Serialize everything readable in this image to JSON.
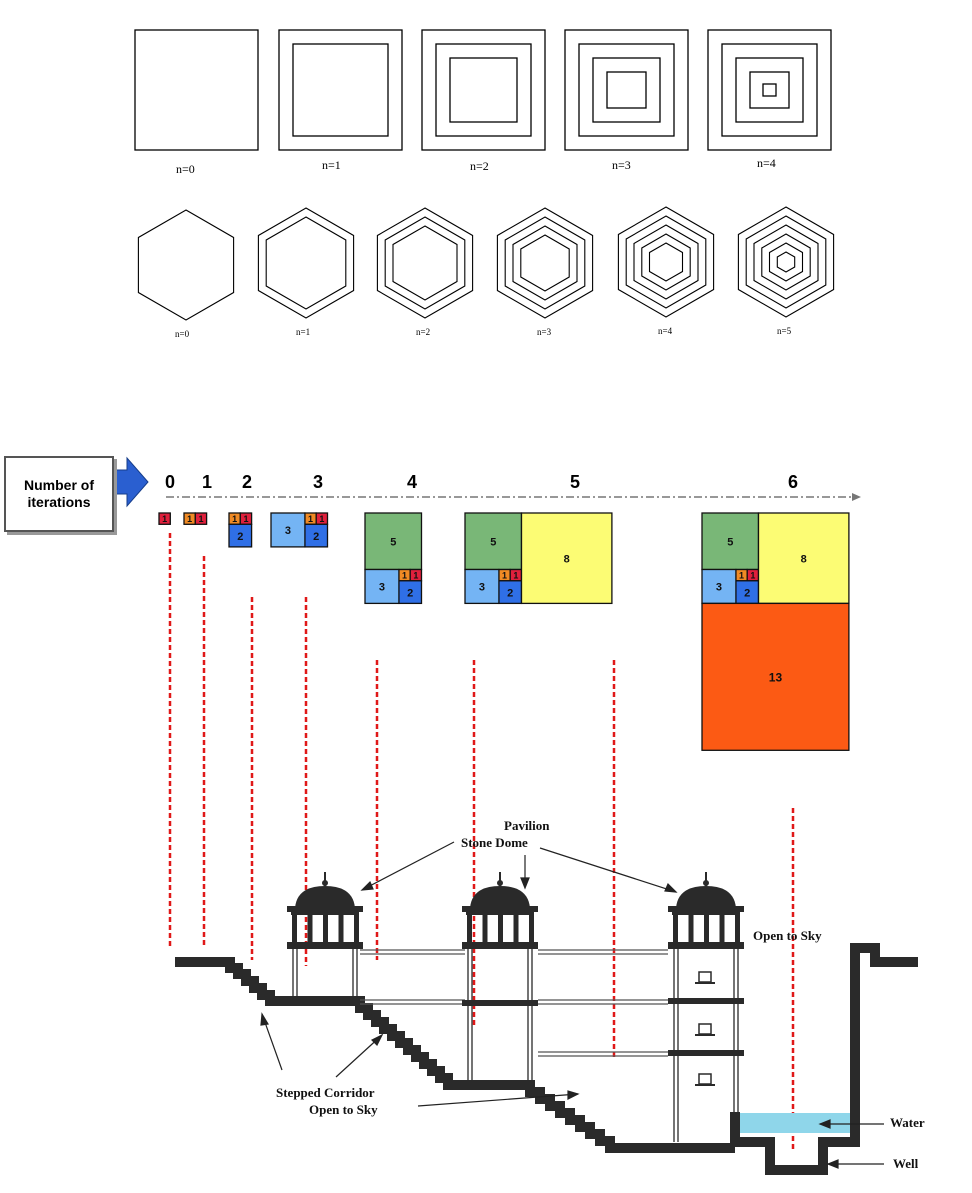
{
  "square_iterations": {
    "labels": [
      "n=0",
      "n=1",
      "n=2",
      "n=3",
      "n=4"
    ]
  },
  "hexagon_iterations": {
    "labels": [
      "n=0",
      "n=1",
      "n=2",
      "n=3",
      "n=4",
      "n=5"
    ]
  },
  "fibonacci": {
    "axis_title": "Number of iterations",
    "iterations": [
      "0",
      "1",
      "2",
      "3",
      "4",
      "5",
      "6"
    ],
    "square_values": [
      "1",
      "1",
      "1",
      "2",
      "3",
      "5",
      "8",
      "13"
    ],
    "colors": {
      "red": "#e0203c",
      "orange_small": "#f08a24",
      "blue_dark": "#2f6fe6",
      "blue_light": "#74b4f4",
      "green": "#79b777",
      "yellow": "#fcfc74",
      "orange_big": "#fc5a14"
    }
  },
  "stepwell": {
    "labels": {
      "pavilion": "Pavilion",
      "stone_dome": "Stone Dome",
      "open_to_sky": "Open to Sky",
      "stepped_corridor": "Stepped Corridor",
      "corridor_open_to_sky": "Open to Sky",
      "water": "Water",
      "well": "Well"
    },
    "colors": {
      "wall": "#2a2a2a",
      "water": "#8fd6ea"
    }
  }
}
